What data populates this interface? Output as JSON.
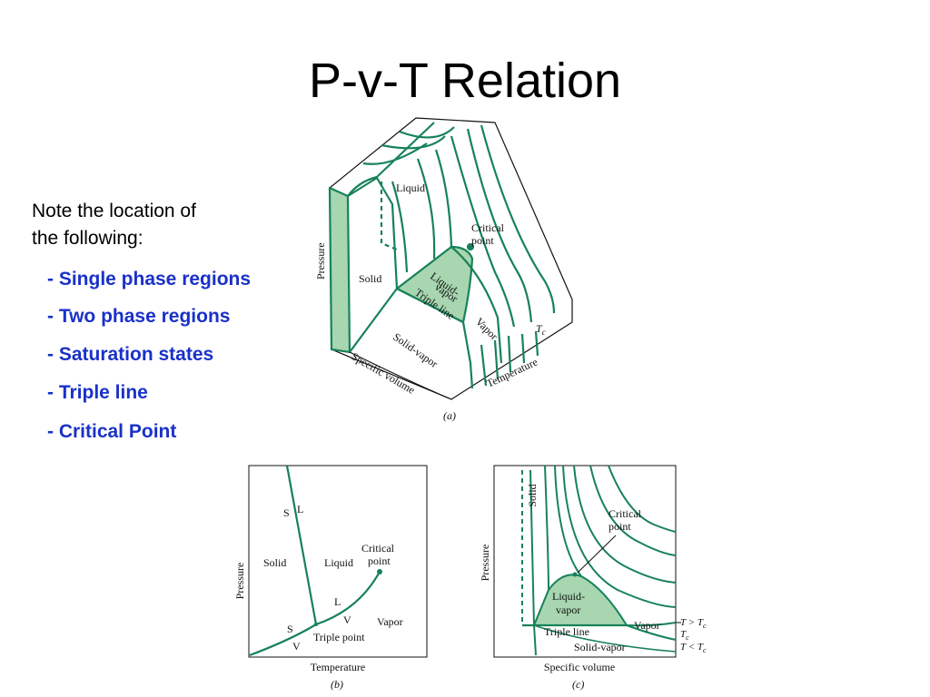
{
  "slide": {
    "title": "P-v-T Relation",
    "note_line1": "Note the location of",
    "note_line2": "the following:",
    "bullets": [
      "- Single phase regions",
      "- Two phase regions",
      "- Saturation states",
      "- Triple line",
      "- Critical Point"
    ]
  },
  "diagram_a": {
    "caption": "(a)",
    "liquid": "Liquid",
    "critical_point_1": "Critical",
    "critical_point_2": "point",
    "solid": "Solid",
    "liquid_vapor_1": "Liquid-",
    "liquid_vapor_2": "vapor",
    "triple_line": "Triple line",
    "vapor": "Vapor",
    "tc": "T",
    "tc_sub": "c",
    "solid_vapor": "Solid-vapor",
    "pressure": "Pressure",
    "specific_volume": "Specific volume",
    "temperature": "Temperature"
  },
  "diagram_b": {
    "caption": "(b)",
    "s_top": "S",
    "l_top": "L",
    "solid": "Solid",
    "liquid": "Liquid",
    "critical_1": "Critical",
    "critical_2": "point",
    "l_mid": "L",
    "v_mid": "V",
    "vapor": "Vapor",
    "s_bot": "S",
    "v_bot": "V",
    "triple_point": "Triple point",
    "pressure": "Pressure",
    "temperature": "Temperature"
  },
  "diagram_c": {
    "caption": "(c)",
    "solid": "Solid",
    "critical_1": "Critical",
    "critical_2": "point",
    "liquid_vapor_1": "Liquid-",
    "liquid_vapor_2": "vapor",
    "vapor": "Vapor",
    "triple_line": "Triple line",
    "solid_vapor": "Solid-vapor",
    "t_gt": "T > T",
    "t_eq": "T",
    "t_lt": "T < T",
    "sub_c": "c",
    "pressure": "Pressure",
    "specific_volume": "Specific volume"
  },
  "colors": {
    "line": "#17825a",
    "fill": "#a7d6b0",
    "bullet_text": "#1a31c8"
  }
}
